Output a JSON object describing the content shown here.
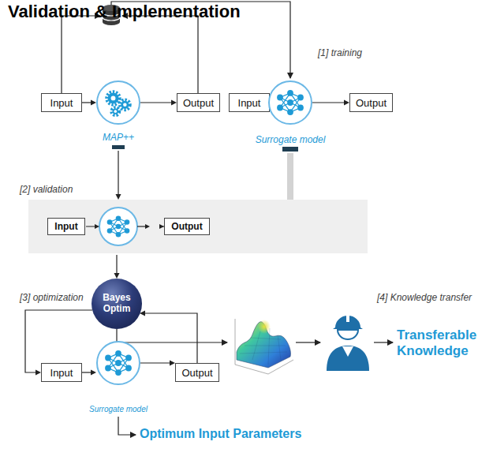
{
  "diagram": {
    "title": "Validation & Implementation",
    "nodes": [
      {
        "text": [
          "Input"
        ]
      },
      {
        "text": [
          "MAP++"
        ]
      },
      {
        "text": [
          "Output"
        ]
      },
      {
        "text": [
          "Input"
        ]
      },
      {
        "text": [
          "Surrogate model"
        ]
      },
      {
        "text": [
          "Output"
        ]
      },
      {
        "text": [
          "[2] validation"
        ]
      },
      {
        "text": [
          "Input"
        ],
        "in": 6
      },
      {
        "text": [
          "Output"
        ],
        "in": 6
      },
      {
        "text": [
          "Bayes Optim"
        ]
      },
      {
        "text": [
          "Input"
        ]
      },
      {
        "text": [
          "Surrogate model"
        ]
      },
      {
        "text": [
          "Output"
        ]
      }
    ],
    "edges": [
      {
        "from": 0,
        "to": 1,
        "arrow": "to"
      },
      {
        "from": 1,
        "to": 2,
        "arrow": "to"
      },
      {
        "from": 3,
        "to": 4,
        "arrow": "to"
      },
      {
        "from": 4,
        "to": 5,
        "arrow": "to"
      },
      {
        "from": 1,
        "to": 6,
        "arrow": "to"
      },
      {
        "from": 4,
        "to": 6,
        "arrow": "to"
      },
      {
        "from": 6,
        "to": 9,
        "arrow": "to"
      },
      {
        "from": 9,
        "to": 10,
        "arrow": "to"
      },
      {
        "from": 10,
        "to": 11,
        "arrow": "to"
      },
      {
        "from": 11,
        "to": 12,
        "arrow": "to"
      },
      {
        "from": 12,
        "to": 9,
        "arrow": "to"
      }
    ],
    "labels": [
      "[1] training",
      "[3] optimization",
      "[4] Knowledge transfer",
      "Transferable Knowledge",
      "Optimum Input Parameters"
    ]
  }
}
